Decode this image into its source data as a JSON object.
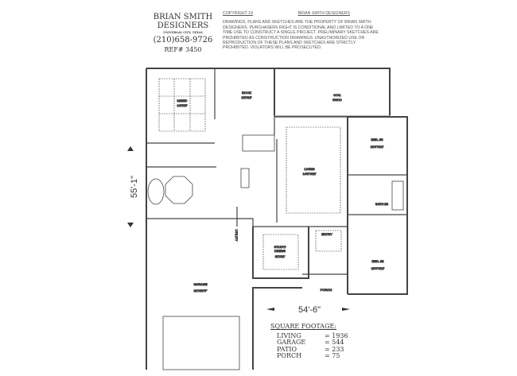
{
  "header": {
    "company_line1": "BRIAN SMITH",
    "company_line2": "DESIGNERS",
    "city": "UNIVERSAL CITY, TEXAS",
    "phone": "(210)658-9726",
    "ref": "REF# 3450"
  },
  "legal": {
    "copyright": "COPYRIGHT 19",
    "company": "BRIAN SMITH DESIGNERS",
    "text": "DRAWINGS, PLANS AND SKETCHES ARE THE PROPERTY OF BRIAN SMITH DESIGNERS. PURCHASERS RIGHT IS CONDITIONAL AND LIMITED TO A ONE TIME USE TO CONSTRUCT A SINGLE PROJECT. PRELIMINARY SKETCHES ARE PROHIBITED AS CONSTRUCTION DRAWINGS. UNAUTHORIZED USE OR REPRODUCTION OF THESE PLANS AND SKETCHES ARE STRICTLY PROHIBITED. VIOLATORS WILL BE PROSECUTED."
  },
  "rooms": {
    "mbed": {
      "name": "M/BED",
      "size": "14'X15'"
    },
    "nook": {
      "name": "NOOK",
      "size": "12'X12'"
    },
    "patio": {
      "name": "COV.",
      "name2": "PATIO"
    },
    "living": {
      "name": "LIVING",
      "size": "14'8\"X22'"
    },
    "bed3": {
      "name": "BED. #3",
      "size": "11'4\"X12'"
    },
    "bath2": {
      "name": "BATH #2"
    },
    "study": {
      "name": "STUDY/",
      "name2": "DINING",
      "size": "11'X11'"
    },
    "entry": {
      "name": "ENTRY"
    },
    "bed2": {
      "name": "BED. #2",
      "size": "11'4\"X12'"
    },
    "garage": {
      "name": "GARAGE",
      "size": "21'X21'6\""
    },
    "porch": {
      "name": "PORCH"
    },
    "utility": {
      "name": "UTILITY"
    }
  },
  "dimensions": {
    "depth": "55'-1\"",
    "width": "54'-6\""
  },
  "square_footage": {
    "title": "SQUARE FOOTAGE:",
    "rows": [
      {
        "label": "LIVING",
        "value": "= 1936"
      },
      {
        "label": "GARAGE",
        "value": "= 544"
      },
      {
        "label": "PATIO",
        "value": "= 233"
      },
      {
        "label": "PORCH",
        "value": "= 75"
      }
    ]
  }
}
